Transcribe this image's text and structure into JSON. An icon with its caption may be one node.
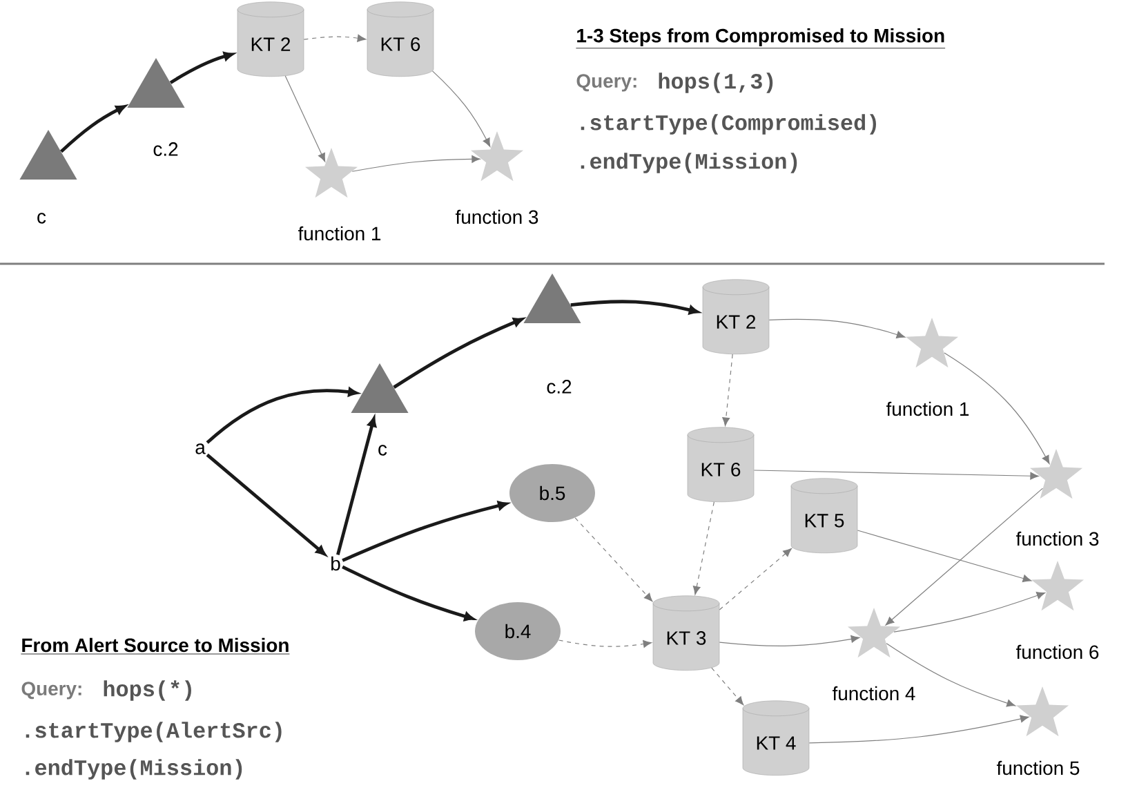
{
  "diagram": {
    "nodes": [
      {
        "text": [
          "c"
        ]
      },
      {
        "text": [
          "c.2"
        ]
      },
      {
        "text": [
          "KT 2"
        ]
      },
      {
        "text": [
          "KT 6"
        ]
      },
      {
        "text": [
          "function 1"
        ]
      },
      {
        "text": [
          "function 3"
        ]
      },
      {
        "text": [
          "a"
        ]
      },
      {
        "text": [
          "b"
        ]
      },
      {
        "text": [
          "c"
        ]
      },
      {
        "text": [
          "c.2"
        ]
      },
      {
        "text": [
          "KT 2"
        ]
      },
      {
        "text": [
          "function 1"
        ]
      },
      {
        "text": [
          "KT 6"
        ]
      },
      {
        "text": [
          "function 3"
        ]
      },
      {
        "text": [
          "b.5"
        ]
      },
      {
        "text": [
          "KT 5"
        ]
      },
      {
        "text": [
          "b.4"
        ]
      },
      {
        "text": [
          "KT 3"
        ]
      },
      {
        "text": [
          "function 4"
        ]
      },
      {
        "text": [
          "function 6"
        ]
      },
      {
        "text": [
          "KT 4"
        ]
      },
      {
        "text": [
          "function 5"
        ]
      }
    ],
    "edges": [
      {
        "from": 0,
        "to": 1,
        "arrow": "to",
        "style": "thick",
        "color": "#1a1a1a"
      },
      {
        "from": 1,
        "to": 2,
        "arrow": "to",
        "style": "thick",
        "color": "#1a1a1a"
      },
      {
        "from": 2,
        "to": 3,
        "arrow": "to",
        "style": "dashed"
      },
      {
        "from": 2,
        "to": 4,
        "arrow": "to"
      },
      {
        "from": 3,
        "to": 5,
        "arrow": "to"
      },
      {
        "from": 4,
        "to": 5,
        "arrow": "to"
      },
      {
        "from": 6,
        "to": 8,
        "arrow": "to",
        "style": "thick",
        "color": "#1a1a1a"
      },
      {
        "from": 6,
        "to": 7,
        "arrow": "to",
        "style": "thick",
        "color": "#1a1a1a"
      },
      {
        "from": 7,
        "to": 8,
        "arrow": "to",
        "style": "thick",
        "color": "#1a1a1a"
      },
      {
        "from": 8,
        "to": 9,
        "arrow": "to",
        "style": "thick",
        "color": "#1a1a1a"
      },
      {
        "from": 9,
        "to": 10,
        "arrow": "to",
        "style": "thick",
        "color": "#1a1a1a"
      },
      {
        "from": 7,
        "to": 14,
        "arrow": "to",
        "style": "thick",
        "color": "#1a1a1a"
      },
      {
        "from": 7,
        "to": 16,
        "arrow": "to",
        "style": "thick",
        "color": "#1a1a1a"
      },
      {
        "from": 10,
        "to": 11,
        "arrow": "to"
      },
      {
        "from": 11,
        "to": 13,
        "arrow": "to"
      },
      {
        "from": 12,
        "to": 13,
        "arrow": "to"
      },
      {
        "from": 13,
        "to": 18,
        "arrow": "to"
      },
      {
        "from": 15,
        "to": 19,
        "arrow": "to"
      },
      {
        "from": 17,
        "to": 18,
        "arrow": "to"
      },
      {
        "from": 18,
        "to": 19,
        "arrow": "to"
      },
      {
        "from": 18,
        "to": 21,
        "arrow": "to"
      },
      {
        "from": 20,
        "to": 21,
        "arrow": "to"
      },
      {
        "from": 10,
        "to": 12,
        "arrow": "to",
        "style": "dashed"
      },
      {
        "from": 12,
        "to": 17,
        "arrow": "to",
        "style": "dashed"
      },
      {
        "from": 14,
        "to": 17,
        "arrow": "to",
        "style": "dashed"
      },
      {
        "from": 16,
        "to": 17,
        "arrow": "to",
        "style": "dashed"
      },
      {
        "from": 17,
        "to": 15,
        "arrow": "to",
        "style": "dashed"
      },
      {
        "from": 17,
        "to": 20,
        "arrow": "to",
        "style": "dashed"
      }
    ],
    "labels": [
      "1-3 Steps from Compromised to Mission",
      "Query:",
      "hops(1,3)",
      ".startType(Compromised)",
      ".endType(Mission)",
      "From Alert Source to Mission",
      "Query:",
      "hops(*)",
      ".startType(AlertSrc)",
      ".endType(Mission)"
    ]
  }
}
